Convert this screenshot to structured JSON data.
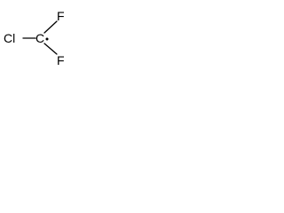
{
  "molecule": {
    "atoms": {
      "chlorine": "Cl",
      "carbon": "C",
      "fluorine_top": "F",
      "fluorine_bottom": "F"
    },
    "radical_electron": true,
    "colors": {
      "atom_label": "#000000",
      "bond": "#000000",
      "background": "#ffffff"
    }
  }
}
